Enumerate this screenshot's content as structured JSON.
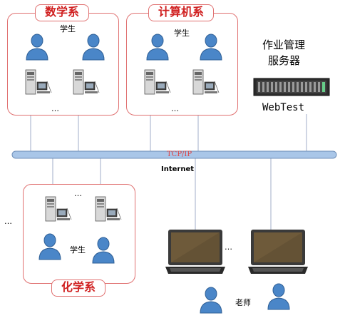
{
  "groups": {
    "math": {
      "title": "数学系",
      "student_label": "学生",
      "ellipsis": "…"
    },
    "cs": {
      "title": "计算机系",
      "student_label": "学生",
      "ellipsis": "…"
    },
    "chem": {
      "title": "化学系",
      "student_label": "学生",
      "ellipsis": "…"
    }
  },
  "server": {
    "title_line1": "作业管理",
    "title_line2": "服务器",
    "name": "WebTest"
  },
  "network": {
    "protocol": "TCP/IP",
    "name": "Internet"
  },
  "teachers": {
    "label": "老师",
    "ellipsis": "…"
  },
  "left_ellipsis": "…",
  "colors": {
    "border": "#e07070",
    "title": "#d02020",
    "person": "#4a86c8",
    "bus": "#a9c6e8"
  },
  "icons": [
    "person-icon",
    "pc-tower-icon",
    "monitor-icon",
    "rack-server-icon",
    "laptop-icon"
  ]
}
